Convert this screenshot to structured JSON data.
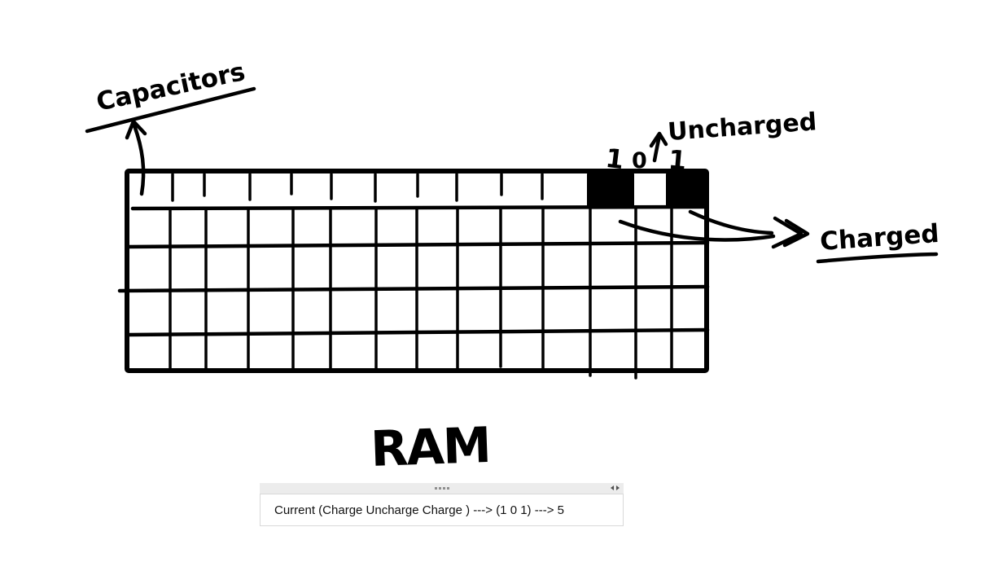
{
  "page": {
    "background": "#ffffff",
    "ink": "#000000"
  },
  "diagram": {
    "capacitors_label": "Capacitors",
    "uncharged_label": "Uncharged",
    "charged_label": "Charged",
    "ram_label": "RAM",
    "bits": [
      "1",
      "0",
      "1"
    ],
    "grid": {
      "rows": 5,
      "columns": 14,
      "filled_cells": [
        {
          "row": 1,
          "column": 12,
          "state": "charged"
        },
        {
          "row": 1,
          "column": 14,
          "state": "charged"
        }
      ]
    }
  },
  "note_box": {
    "text": "Current (Charge Uncharge Charge ) ---> (1 0 1) ---> 5",
    "header": {
      "grip_icon": "grip-dots",
      "scroll_left_icon": "left-triangle",
      "scroll_right_icon": "right-triangle"
    },
    "colors": {
      "header_bg": "#ececec",
      "border": "#d9d9d9",
      "grip": "#8f8f8f",
      "arrows": "#4f4f4f"
    }
  }
}
